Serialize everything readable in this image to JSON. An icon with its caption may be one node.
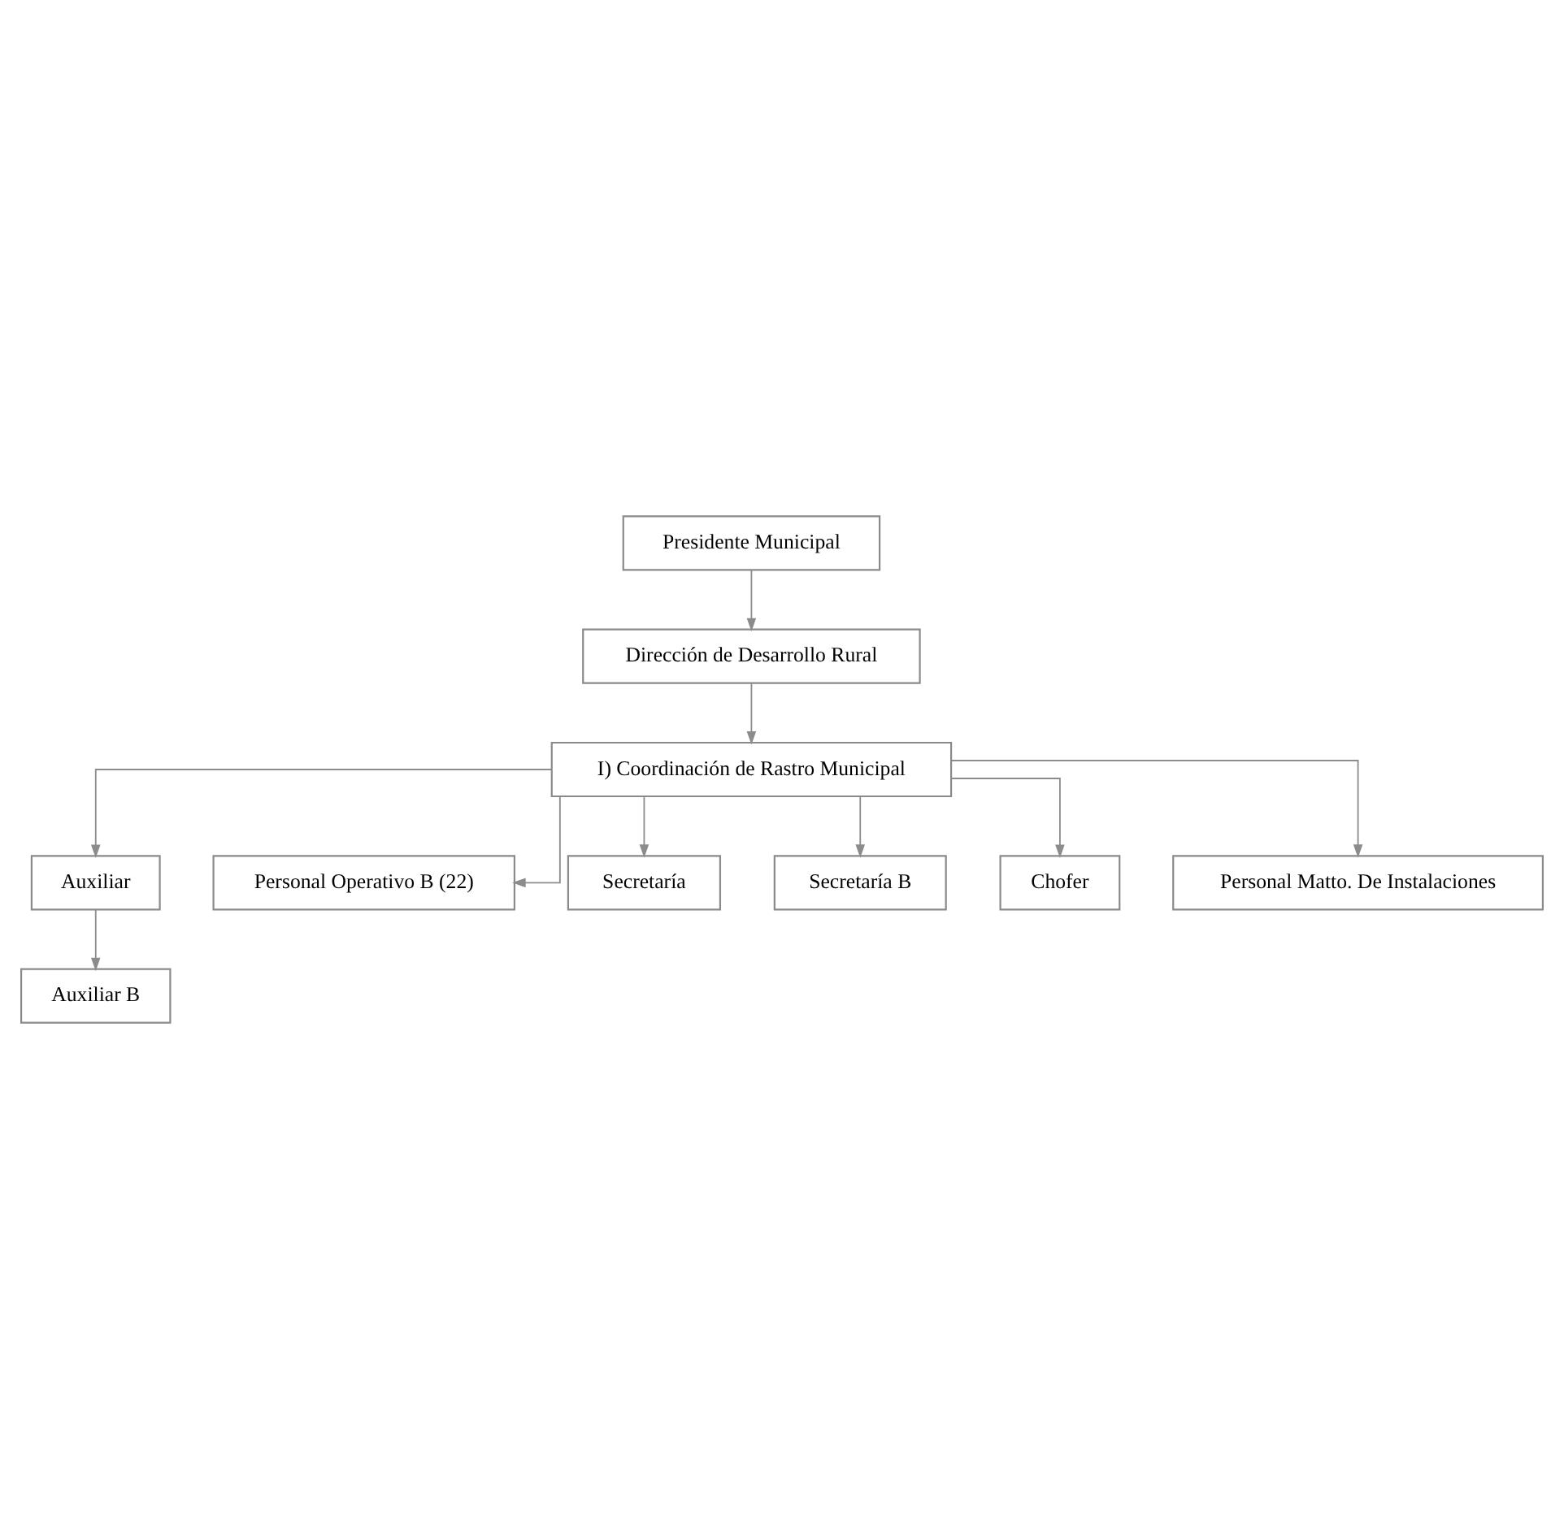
{
  "diagram": {
    "nodes": [
      {
        "text": [
          "Presidente Municipal"
        ]
      },
      {
        "text": [
          "Dirección de Desarrollo Rural"
        ]
      },
      {
        "text": [
          "I) Coordinación de Rastro Municipal"
        ]
      },
      {
        "text": [
          "Auxiliar"
        ]
      },
      {
        "text": [
          "Auxiliar B"
        ]
      },
      {
        "text": [
          "Personal Operativo B (22)"
        ]
      },
      {
        "text": [
          "Secretaría"
        ]
      },
      {
        "text": [
          "Secretaría B"
        ]
      },
      {
        "text": [
          "Chofer"
        ]
      },
      {
        "text": [
          "Personal Matto. De Instalaciones"
        ]
      }
    ],
    "edges": [
      {
        "from": 0,
        "to": 1,
        "arrow": "to"
      },
      {
        "from": 1,
        "to": 2,
        "arrow": "to"
      },
      {
        "from": 2,
        "to": 3,
        "arrow": "to"
      },
      {
        "from": 3,
        "to": 4,
        "arrow": "to"
      },
      {
        "from": 2,
        "to": 5,
        "arrow": "to"
      },
      {
        "from": 2,
        "to": 6,
        "arrow": "to"
      },
      {
        "from": 2,
        "to": 7,
        "arrow": "to"
      },
      {
        "from": 2,
        "to": 8,
        "arrow": "to"
      },
      {
        "from": 2,
        "to": 9,
        "arrow": "to"
      }
    ]
  }
}
